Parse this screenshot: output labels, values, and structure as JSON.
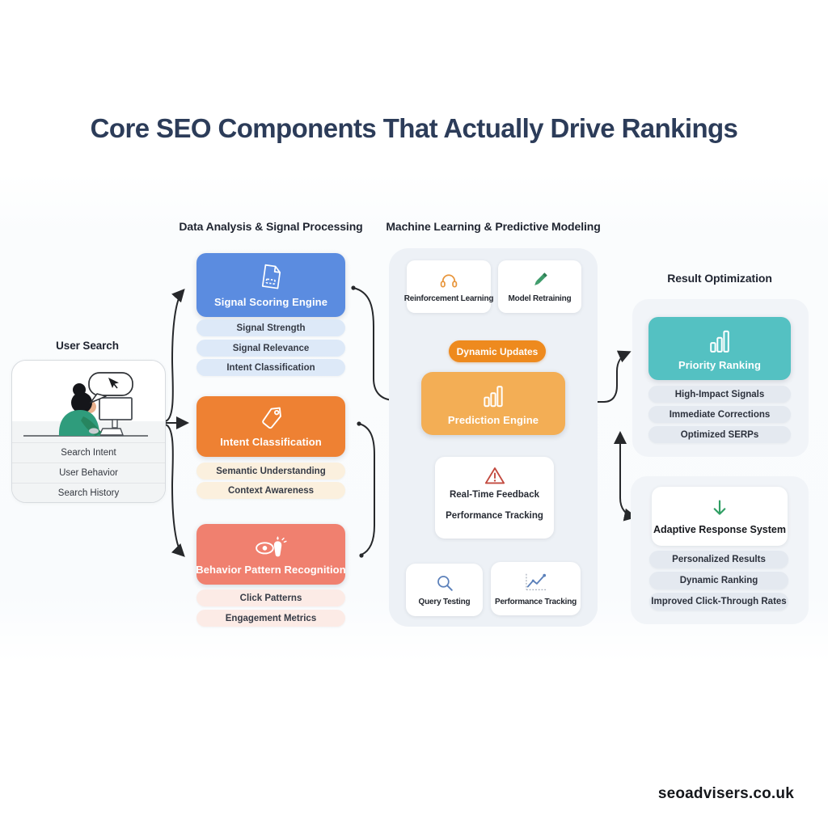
{
  "title": "Core SEO Components That Actually Drive Rankings",
  "footer": {
    "brand": "seoadvisers.co.uk"
  },
  "palette": {
    "title_navy": "#2c3c59",
    "signal_blue": "#5b8ce0",
    "intent_orange": "#ee8133",
    "behavior_salmon": "#f0806f",
    "prediction_amber": "#f3ae55",
    "priority_teal": "#54c1c2",
    "badge_orange": "#ee8a1e",
    "adaptive_green": "#2f9e63",
    "warning_red": "#c24a3f",
    "chip_blue": "#dde9f8",
    "chip_cream": "#fbf0de",
    "chip_pink": "#fcebe6",
    "chip_gray": "#e4e9f0"
  },
  "user_search": {
    "heading": "User Search",
    "items": [
      "Search Intent",
      "User Behavior",
      "Search History"
    ]
  },
  "columns": {
    "data_analysis": {
      "heading": "Data Analysis & Signal Processing",
      "groups": [
        {
          "title": "Signal Scoring Engine",
          "icon": "document-icon",
          "chips": [
            "Signal Strength",
            "Signal Relevance",
            "Intent Classification"
          ]
        },
        {
          "title": "Intent Classification",
          "icon": "tag-icon",
          "chips": [
            "Semantic Understanding",
            "Context Awareness"
          ]
        },
        {
          "title": "Behavior Pattern Recognition",
          "icon": "eye-cursor-icon",
          "chips": [
            "Click Patterns",
            "Engagement Metrics"
          ]
        }
      ]
    },
    "machine_learning": {
      "heading": "Machine Learning & Predictive Modeling",
      "top_cards": [
        {
          "label": "Reinforcement Learning",
          "icon": "headset-icon"
        },
        {
          "label": "Model Retraining",
          "icon": "pencil-icon"
        }
      ],
      "badge": "Dynamic Updates",
      "engine": {
        "title": "Prediction Engine",
        "icon": "bar-chart-icon"
      },
      "feedback": {
        "icon": "warning-icon",
        "line1": "Real-Time Feedback",
        "line2": "Performance Tracking"
      },
      "bottom_cards": [
        {
          "label": "Query Testing",
          "icon": "search-icon"
        },
        {
          "label": "Performance Tracking",
          "icon": "line-chart-icon"
        }
      ]
    },
    "result_optimization": {
      "heading": "Result Optimization",
      "priority": {
        "title": "Priority Ranking",
        "icon": "bar-chart-icon",
        "chips": [
          "High-Impact Signals",
          "Immediate Corrections",
          "Optimized SERPs"
        ]
      },
      "adaptive": {
        "title": "Adaptive Response System",
        "icon": "down-arrow-icon",
        "chips": [
          "Personalized Results",
          "Dynamic Ranking",
          "Improved Click-Through Rates"
        ]
      }
    }
  }
}
